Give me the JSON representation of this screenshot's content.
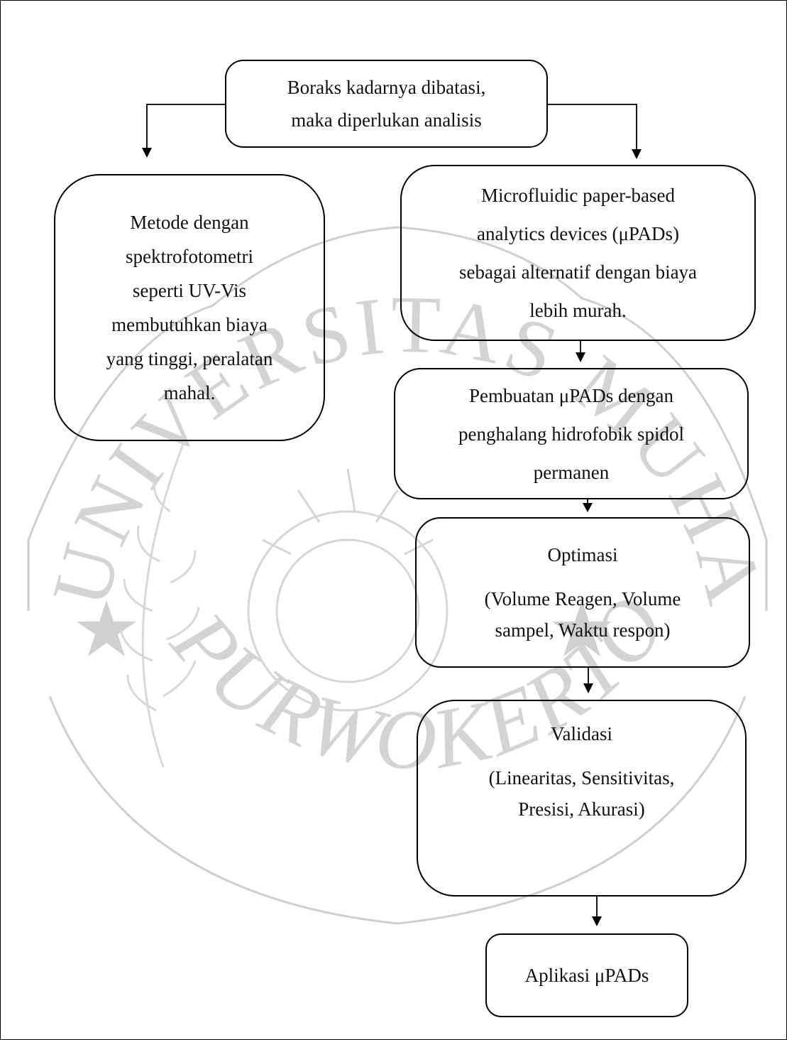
{
  "nodes": {
    "boraks": {
      "lines": [
        "Boraks kadarnya dibatasi,",
        "maka diperlukan analisis"
      ]
    },
    "metode": {
      "lines": [
        "Metode dengan",
        "spektrofotometri",
        "seperti UV-Vis",
        "membutuhkan biaya",
        "yang tinggi, peralatan",
        "mahal."
      ]
    },
    "microfluidic": {
      "lines": [
        "Microfluidic paper-based",
        "analytics devices (μPADs)",
        "sebagai alternatif dengan biaya",
        "lebih murah."
      ]
    },
    "pembuatan": {
      "lines": [
        "Pembuatan  μPADs dengan",
        "penghalang hidrofobik spidol",
        "permanen"
      ]
    },
    "optimasi": {
      "title": "Optimasi",
      "lines": [
        "(Volume Reagen, Volume",
        "sampel, Waktu respon)"
      ]
    },
    "validasi": {
      "title": "Validasi",
      "lines": [
        "(Linearitas, Sensitivitas,",
        "Presisi, Akurasi)"
      ]
    },
    "aplikasi": {
      "lines": [
        "Aplikasi μPADs"
      ]
    }
  },
  "watermark": {
    "arc_top": "UNIVERSITAS MUHAMMADIYAH",
    "arc_bottom": "PURWOKERTO",
    "color": "#bdbdbd"
  }
}
